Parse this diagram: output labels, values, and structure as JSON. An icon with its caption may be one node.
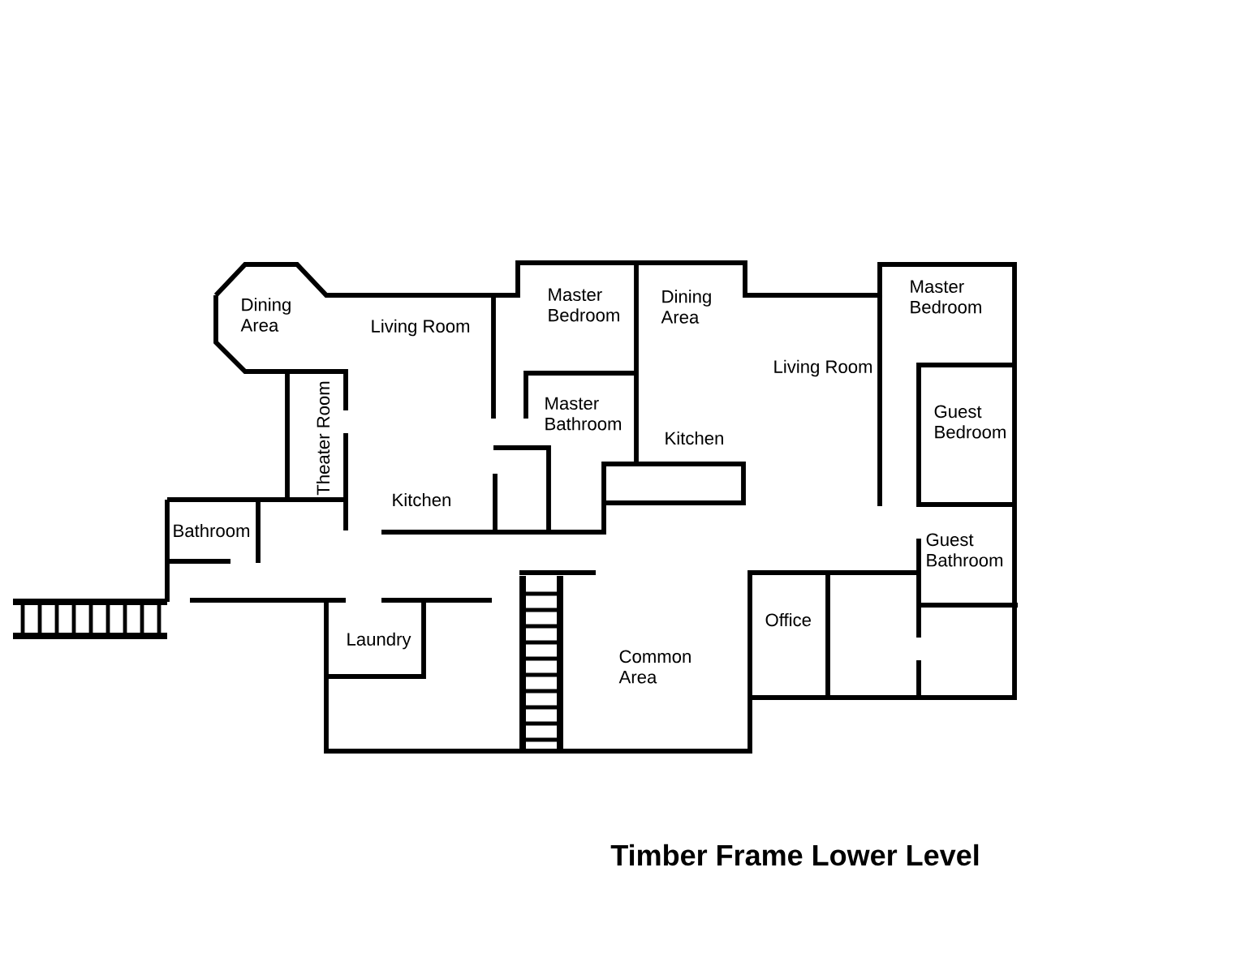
{
  "diagram": {
    "title": "Timber Frame Lower Level",
    "labels": [
      "Dining Area",
      "Living Room",
      "Master Bedroom",
      "Dining Area",
      "Master Bedroom",
      "Master Bathroom",
      "Living Room",
      "Guest Bedroom",
      "Theater Room",
      "Kitchen",
      "Kitchen",
      "Bathroom",
      "Guest Bathroom",
      "Office",
      "Laundry",
      "Common Area"
    ]
  }
}
